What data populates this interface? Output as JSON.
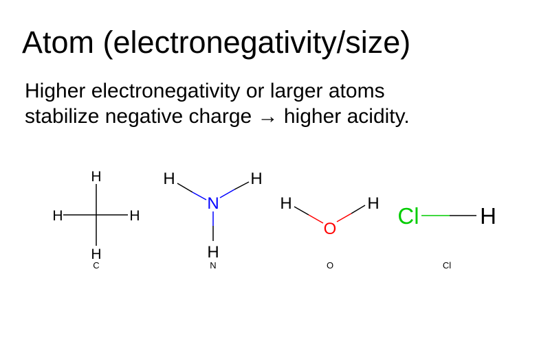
{
  "title": "Atom (electronegativity/size)",
  "body": {
    "line1": "Higher electronegativity or larger atoms",
    "line2": "stabilize negative charge → higher acidity."
  },
  "molecules": [
    {
      "name": "methane",
      "caption": "C",
      "center_atom": "C",
      "hydrogen": "H",
      "center_color": "#000000",
      "bond_color": "#000000"
    },
    {
      "name": "ammonia",
      "caption": "N",
      "center_atom": "N",
      "hydrogen": "H",
      "center_color": "#0000ff",
      "bond_color": "#0000ff"
    },
    {
      "name": "water",
      "caption": "O",
      "center_atom": "O",
      "hydrogen": "H",
      "center_color": "#ff0000",
      "bond_color": "#ff0000"
    },
    {
      "name": "hydrogen-chloride",
      "caption": "Cl",
      "center_atom": "Cl",
      "hydrogen": "H",
      "center_color": "#00cc00",
      "bond_color": "#00cc00"
    }
  ]
}
